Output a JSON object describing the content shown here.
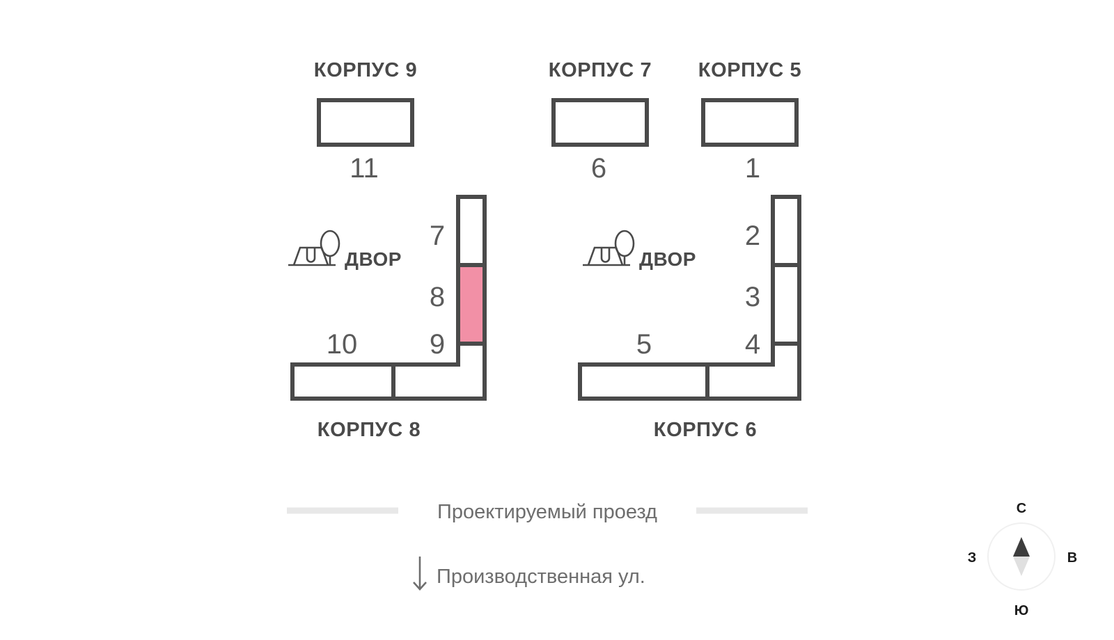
{
  "plan": {
    "type": "site-plan",
    "colors": {
      "outline": "#4a4a4a",
      "fill": "#ffffff",
      "highlight": "#f290a6",
      "number_text": "#5b5b5b",
      "title_text": "#4a4a4a",
      "muted_text": "#6e6e6e",
      "road_line": "#e8e8e8",
      "compass_ring": "#f0f0f0",
      "needle_north": "#3d3d3d",
      "needle_south": "#e0e0e0",
      "background": "#ffffff"
    },
    "top_buildings": [
      {
        "title": "КОРПУС 9",
        "number": "11"
      },
      {
        "title": "КОРПУС 7",
        "number": "6"
      },
      {
        "title": "КОРПУС 5",
        "number": "1"
      }
    ],
    "lower_buildings": [
      {
        "title": "КОРПУС 8",
        "yard_label": "ДВОР",
        "sections": [
          {
            "number": "7",
            "highlighted": false
          },
          {
            "number": "8",
            "highlighted": true
          },
          {
            "number": "9",
            "highlighted": false
          },
          {
            "number": "10",
            "highlighted": false
          }
        ]
      },
      {
        "title": "КОРПУС 6",
        "yard_label": "ДВОР",
        "sections": [
          {
            "number": "2",
            "highlighted": false
          },
          {
            "number": "3",
            "highlighted": false
          },
          {
            "number": "4",
            "highlighted": false
          },
          {
            "number": "5",
            "highlighted": false
          }
        ]
      }
    ],
    "road": {
      "label": "Проектируемый проезд"
    },
    "street": {
      "label": "Производственная ул.",
      "arrow": "down-arrow-icon"
    },
    "compass": {
      "north": "С",
      "south": "Ю",
      "west": "З",
      "east": "В"
    }
  }
}
